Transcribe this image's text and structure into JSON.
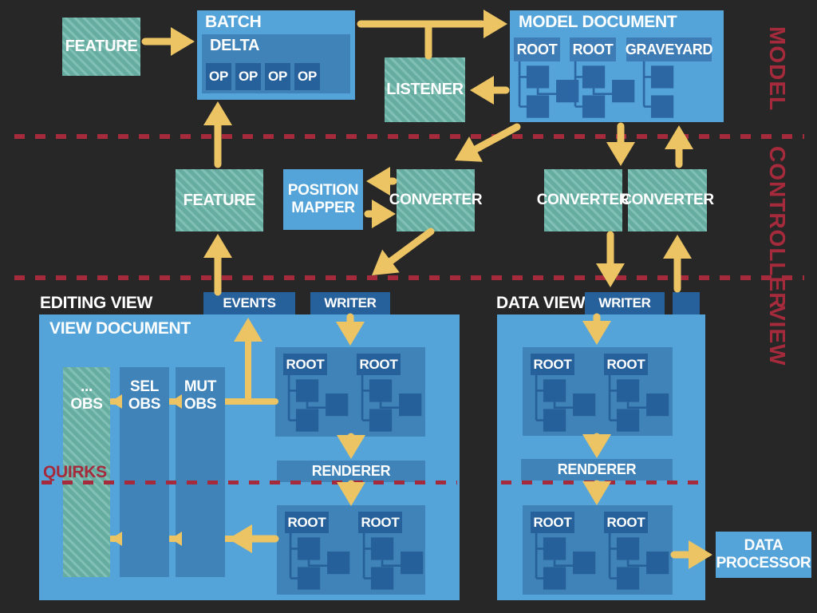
{
  "title_labels": {
    "model": "MODEL",
    "controller": "CONTROLLER",
    "view": "VIEW"
  },
  "model_layer": {
    "feature": "FEATURE",
    "batch": "BATCH",
    "delta": "DELTA",
    "ops": [
      "OP",
      "OP",
      "OP",
      "OP"
    ],
    "listener": "LISTENER",
    "model_document": "MODEL DOCUMENT",
    "root1": "ROOT",
    "root2": "ROOT",
    "graveyard": "GRAVEYARD"
  },
  "controller_layer": {
    "feature": "FEATURE",
    "position_mapper": {
      "line1": "POSITION",
      "line2": "MAPPER"
    },
    "converter_left": "CONVERTER",
    "converter_down": "CONVERTER",
    "converter_up": "CONVERTER"
  },
  "editing_view": {
    "title": "EDITING VIEW",
    "events": "EVENTS",
    "writer": "WRITER",
    "view_document": "VIEW DOCUMENT",
    "obs_other": {
      "line1": "...",
      "line2": "OBS"
    },
    "obs_sel": {
      "line1": "SEL",
      "line2": "OBS"
    },
    "obs_mut": {
      "line1": "MUT",
      "line2": "OBS"
    },
    "root_top_1": "ROOT",
    "root_top_2": "ROOT",
    "renderer": "RENDERER",
    "quirks": "QUIRKS",
    "root_bottom_1": "ROOT",
    "root_bottom_2": "ROOT"
  },
  "data_view": {
    "title": "DATA VIEW",
    "writer": "WRITER",
    "root_top_1": "ROOT",
    "root_top_2": "ROOT",
    "renderer": "RENDERER",
    "root_bottom_1": "ROOT",
    "root_bottom_2": "ROOT",
    "data_processor": {
      "line1": "DATA",
      "line2": "PROCESSOR"
    }
  },
  "colors": {
    "background": "#272727",
    "box_light_blue": "#55a4d9",
    "box_mid_blue": "#4083b9",
    "box_dark_blue": "#27619b",
    "teal": "#67aca1",
    "teal_stripe": "#80c0b5",
    "arrow_yellow": "#ecc464",
    "label_red": "#a42a3c"
  }
}
